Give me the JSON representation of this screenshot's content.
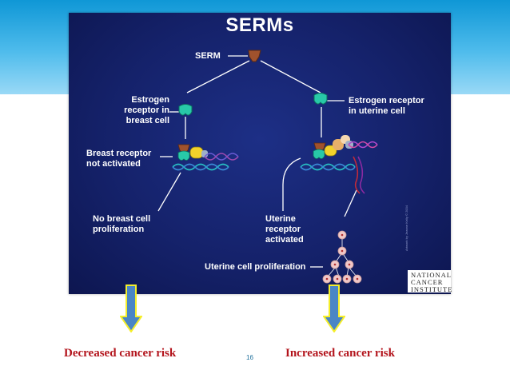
{
  "slide": {
    "page_number": "16",
    "colors": {
      "banner": "#0f97d6",
      "panel": "#15226b",
      "risk_text": "#b3141c",
      "arrow_fill": "#4a86c5",
      "arrow_border": "#f5ee2a"
    }
  },
  "diagram": {
    "title": "SERMs",
    "serm_label": "SERM",
    "breast_receptor_label": "Estrogen\nreceptor in\nbreast cell",
    "uterine_receptor_label": "Estrogen receptor\nin uterine cell",
    "breast_not_activated_label": "Breast receptor\nnot activated",
    "no_proliferation_label": "No breast cell\nproliferation",
    "uterine_activated_label": "Uterine\nreceptor\nactivated",
    "uterine_proliferation_label": "Uterine cell proliferation",
    "logo_text": "NATIONAL\nCANCER\nINSTITUTE",
    "credit_text": "Artwork by Jeanne Kelly © 2004"
  },
  "outcomes": {
    "left": "Decreased cancer risk",
    "right": "Increased cancer risk"
  }
}
